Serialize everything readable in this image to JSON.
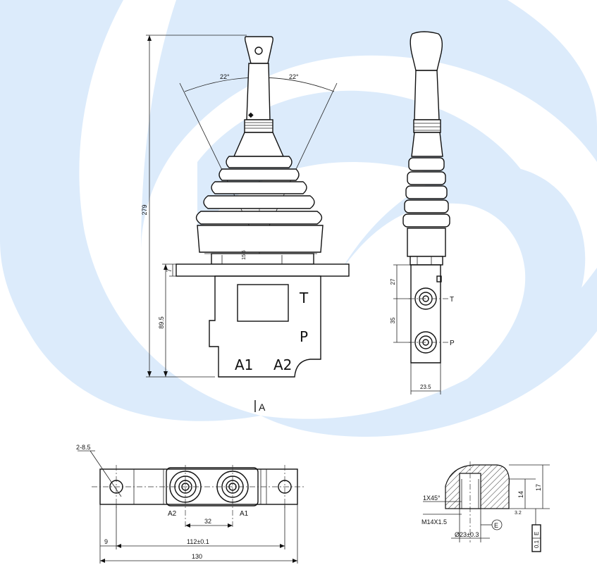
{
  "front_view": {
    "angle_left": "22°",
    "angle_right": "22°",
    "overall_height": "279",
    "base_height": "89.5",
    "flange": "7",
    "pivot": "15.5",
    "port_t": "T",
    "port_p": "P",
    "port_a1": "A1",
    "port_a2": "A2"
  },
  "section_label": "A",
  "side_view": {
    "dim_27": "27",
    "dim_35": "35",
    "width": "23.5",
    "port_t": "T",
    "port_p": "P"
  },
  "bottom_view": {
    "holes": "2-8.5",
    "port_a2": "A2",
    "port_a1": "A1",
    "spacing": "32",
    "edge": "9",
    "hole_pitch": "112±0.1",
    "overall": "130"
  },
  "port_detail": {
    "chamfer": "1X45°",
    "thread": "M14X1.5",
    "bore": "Ø23±0.3",
    "depth_14": "14",
    "depth_17": "17",
    "datum": "E",
    "roughness": "3.2",
    "tolerance": "0.1",
    "tolerance_datum": "E"
  },
  "colors": {
    "watermark": "#dcebfb",
    "line": "#111111"
  }
}
